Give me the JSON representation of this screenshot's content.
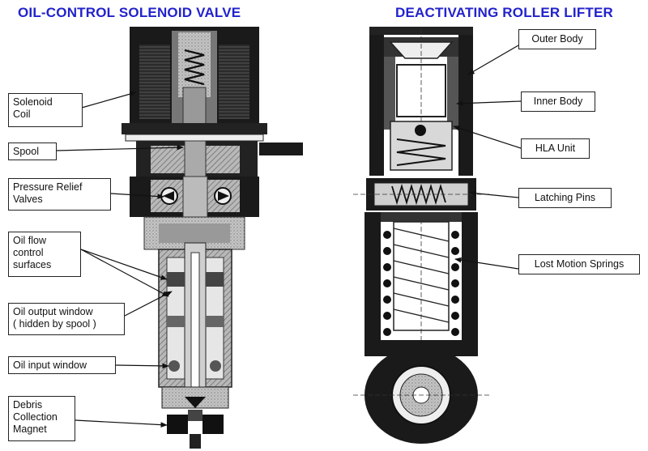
{
  "left_diagram": {
    "title": "OIL-CONTROL SOLENOID VALVE",
    "labels": [
      {
        "id": "solenoid-coil",
        "text": "Solenoid\nCoil"
      },
      {
        "id": "spool",
        "text": "Spool"
      },
      {
        "id": "pressure-relief",
        "text": "Pressure Relief\nValves"
      },
      {
        "id": "oil-flow",
        "text": "Oil flow\ncontrol\nsurfaces"
      },
      {
        "id": "oil-output",
        "text": "Oil output window\n( hidden by spool )"
      },
      {
        "id": "oil-input",
        "text": "Oil input window"
      },
      {
        "id": "debris",
        "text": "Debris\nCollection\nMagnet"
      }
    ]
  },
  "right_diagram": {
    "title": "DEACTIVATING ROLLER LIFTER",
    "labels": [
      {
        "id": "outer-body",
        "text": "Outer Body"
      },
      {
        "id": "inner-body",
        "text": "Inner Body"
      },
      {
        "id": "hla-unit",
        "text": "HLA Unit"
      },
      {
        "id": "latching-pins",
        "text": "Latching Pins"
      },
      {
        "id": "lost-motion",
        "text": "Lost Motion Springs"
      }
    ]
  },
  "colors": {
    "title": "#2222cc",
    "ink": "#1a1a1a",
    "mid": "#555555",
    "light": "#a8a8a8"
  }
}
